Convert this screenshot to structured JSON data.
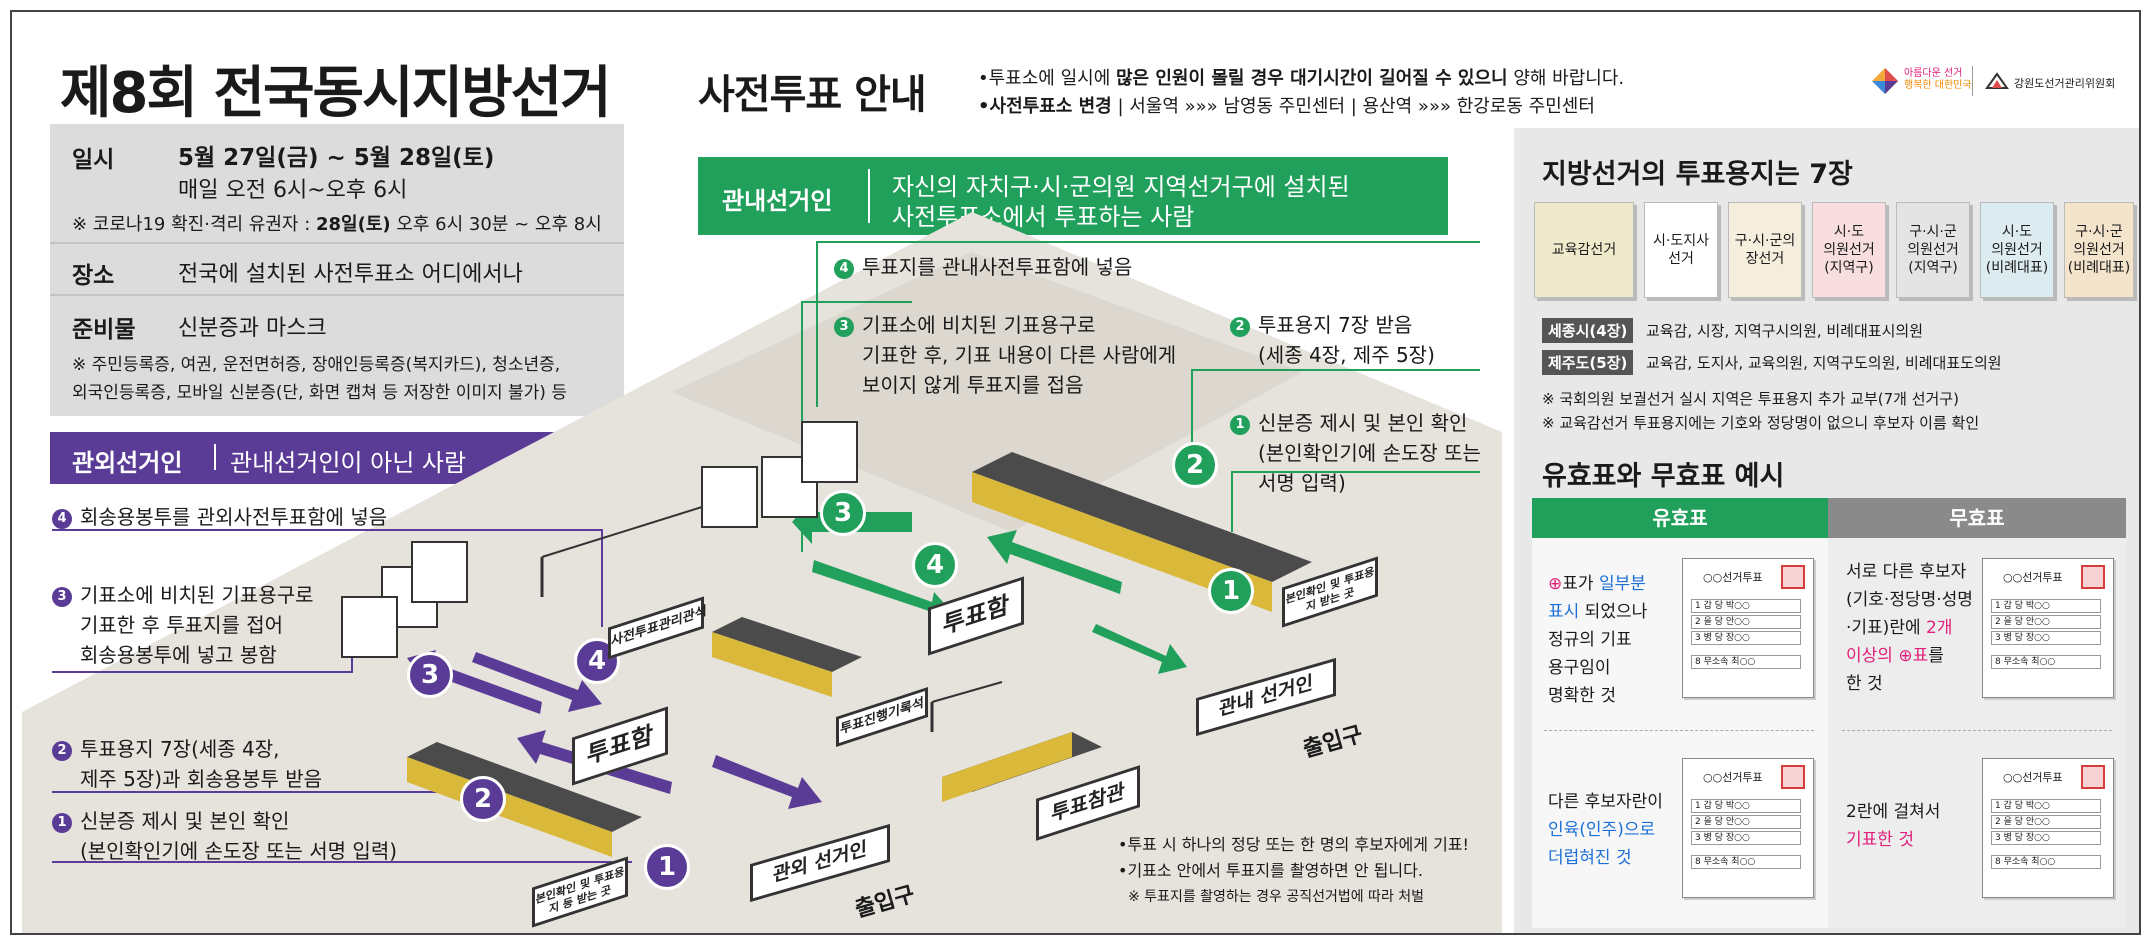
{
  "header": {
    "main_title": "제8회 전국동시지방선거",
    "section_title": "사전투표 안내",
    "notice_line1_pre": "•투표소에 일시에 ",
    "notice_line1_bold": "많은 인원이 몰릴 경우 대기시간이 길어질 수 있으니",
    "notice_line1_post": " 양해 바랍니다.",
    "notice_line2_bold": "•사전투표소 변경",
    "notice_line2_rest": "| 서울역 »»» 남영동 주민센터  |  용산역 »»» 한강로동 주민센터",
    "logo1_line1": "아름다운 선거",
    "logo1_line2": "행복한 대한민국",
    "logo2": "강원도선거관리위원회"
  },
  "info": {
    "date_label": "일시",
    "date_value": "5월 27일(금) ~ 5월 28일(토)",
    "date_time": "매일 오전 6시~오후 6시",
    "covid_note_pre": "※ 코로나19 확진·격리 유권자 : ",
    "covid_note_bold": "28일(토)",
    "covid_note_post": " 오후 6시 30분 ~ 오후 8시",
    "place_label": "장소",
    "place_value": "전국에 설치된 사전투표소 어디에서나",
    "items_label": "준비물",
    "items_value": "신분증과 마스크",
    "items_note1": "※ 주민등록증, 여권, 운전면허증, 장애인등록증(복지카드), 청소년증,",
    "items_note2": "외국인등록증, 모바일 신분증(단, 화면 캡쳐 등 저장한 이미지 불가) 등"
  },
  "outside": {
    "bar_title": "관외선거인",
    "bar_desc": "관내선거인이 아닌 사람",
    "step4": "회송용봉투를 관외사전투표함에 넣음",
    "step3_1": "기표소에 비치된 기표용구로",
    "step3_2": "기표한 후 투표지를 접어",
    "step3_3": "회송용봉투에 넣고 봉함",
    "step2_1": "투표용지 7장(세종 4장,",
    "step2_2": "제주 5장)과 회송용봉투 받음",
    "step1_1": "신분증 제시 및 본인 확인",
    "step1_2": "(본인확인기에 손도장 또는 서명 입력)"
  },
  "inside": {
    "bar_title": "관내선거인",
    "bar_desc1": "자신의 자치구·시·군의원 지역선거구에 설치된",
    "bar_desc2": "사전투표소에서 투표하는 사람",
    "step4": "투표지를 관내사전투표함에 넣음",
    "step3_1": "기표소에 비치된 기표용구로",
    "step3_2": "기표한 후, 기표 내용이 다른 사람에게",
    "step3_3": "보이지 않게 투표지를 접음",
    "step2_1": "투표용지 7장 받음",
    "step2_2": "(세종 4장, 제주 5장)",
    "step1_1": "신분증 제시 및 본인 확인",
    "step1_2": "(본인확인기에 손도장 또는",
    "step1_3": "서명 입력)"
  },
  "scene": {
    "ballot_box": "투표함",
    "ballot_box2": "투표함",
    "observer": "투표참관",
    "manager": "사전투표관리관석",
    "recorder": "투표진행기록석",
    "inside_exit1": "관내 선거인",
    "inside_exit2": "출입구",
    "outside_exit1": "관외 선거인",
    "outside_exit2": "출입구",
    "desk_sign_r": "본인확인 및 투표용지 받는 곳",
    "desk_sign_l": "본인확인 및 투표용지 등 받는 곳",
    "n1": "1",
    "n2": "2",
    "n3": "3",
    "n4": "4"
  },
  "bottom_notes": {
    "n1": "•투표 시 하나의 정당 또는 한 명의 후보자에게 기표!",
    "n2": "•기표소 안에서 투표지를 촬영하면 안 됩니다.",
    "n3": "※ 투표지를 촬영하는 경우 공직선거법에 따라 처벌"
  },
  "ballots": {
    "title": "지방선거의 투표용지는 7장",
    "items": [
      {
        "label": "교육감선거",
        "color": "#efeacb"
      },
      {
        "label": "시·도지사\n선거",
        "color": "#ffffff"
      },
      {
        "label": "구·시·군의\n장선거",
        "color": "#f6eedd"
      },
      {
        "label": "시·도\n의원선거\n(지역구)",
        "color": "#f8dede"
      },
      {
        "label": "구·시·군\n의원선거\n(지역구)",
        "color": "#e4e4e4"
      },
      {
        "label": "시·도\n의원선거\n(비례대표)",
        "color": "#dcecf0"
      },
      {
        "label": "구·시·군\n의원선거\n(비례대표)",
        "color": "#f5e4cc"
      }
    ],
    "sejong_tag": "세종시(4장)",
    "sejong_text": "교육감, 시장, 지역구시의원, 비례대표시의원",
    "jeju_tag": "제주도(5장)",
    "jeju_text": "교육감, 도지사, 교육의원, 지역구도의원, 비례대표도의원",
    "note1": "※ 국회의원 보궐선거 실시 지역은 투표용지 추가 교부(7개 선거구)",
    "note2": "※ 교육감선거 투표용지에는 기호와 정당명이 없으니 후보자 이름 확인"
  },
  "validity": {
    "title": "유효표와 무효표 예시",
    "valid_header": "유효표",
    "invalid_header": "무효표",
    "valid1_l1_a": "표가 ",
    "valid1_l1_b": "일부분",
    "valid1_l2_a": "표시",
    "valid1_l2_b": " 되었으나",
    "valid1_l3": "정규의 기표",
    "valid1_l4": "용구임이",
    "valid1_l5": "명확한 것",
    "valid2_l1": "다른 후보자란이",
    "valid2_l2": "인육(인주)으로",
    "valid2_l3": "더럽혀진 것",
    "invalid1_l1": "서로 다른 후보자",
    "invalid1_l2": "(기호·정당명·성명",
    "invalid1_l3_a": "·기표)란에 ",
    "invalid1_l3_b": "2개",
    "invalid1_l4_a": "이상의 ",
    "invalid1_l4_b": "표",
    "invalid1_l4_c": "를",
    "invalid1_l5": "한 것",
    "invalid2_l1": "2란에 걸쳐서",
    "invalid2_l2": "기표한 것",
    "paper_title": "○○선거투표",
    "rows": [
      "1 갑 당  박○○",
      "2 을 당  안○○",
      "3 병 당  장○○",
      "8 무소속  최○○"
    ],
    "mark_symbol": "⊕"
  },
  "colors": {
    "purple": "#5a3c97",
    "green": "#21a05c",
    "red": "#e0207a"
  }
}
